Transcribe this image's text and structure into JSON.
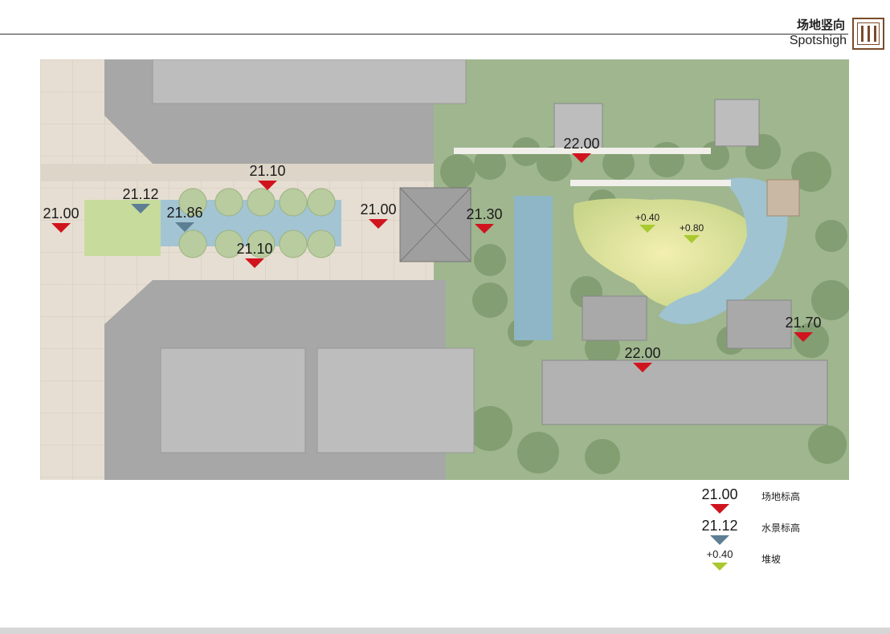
{
  "header": {
    "title_cn": "场地竖向",
    "title_en": "Spotshigh"
  },
  "colors": {
    "site_elevation": "#d0141e",
    "water_elevation": "#5d7f94",
    "mound": "#a9c92f"
  },
  "markers": [
    {
      "id": "site-2100-left",
      "type": "site",
      "label": "21.00"
    },
    {
      "id": "water-2112",
      "type": "water",
      "label": "21.12"
    },
    {
      "id": "water-2186",
      "type": "water",
      "label": "21.86"
    },
    {
      "id": "site-2110-top",
      "type": "site",
      "label": "21.10"
    },
    {
      "id": "site-2110-bottom",
      "type": "site",
      "label": "21.10"
    },
    {
      "id": "site-2100-center",
      "type": "site",
      "label": "21.00"
    },
    {
      "id": "site-2130",
      "type": "site",
      "label": "21.30"
    },
    {
      "id": "site-2200-top",
      "type": "site",
      "label": "22.00"
    },
    {
      "id": "mound-040",
      "type": "mound",
      "label": "+0.40"
    },
    {
      "id": "mound-080",
      "type": "mound",
      "label": "+0.80"
    },
    {
      "id": "site-2170",
      "type": "site",
      "label": "21.70"
    },
    {
      "id": "site-2200-bottom",
      "type": "site",
      "label": "22.00"
    }
  ],
  "legend": [
    {
      "type": "site",
      "value": "21.00",
      "desc": "场地标高"
    },
    {
      "type": "water",
      "value": "21.12",
      "desc": "水景标高"
    },
    {
      "type": "mound",
      "value": "+0.40",
      "desc": "堆坡"
    }
  ]
}
